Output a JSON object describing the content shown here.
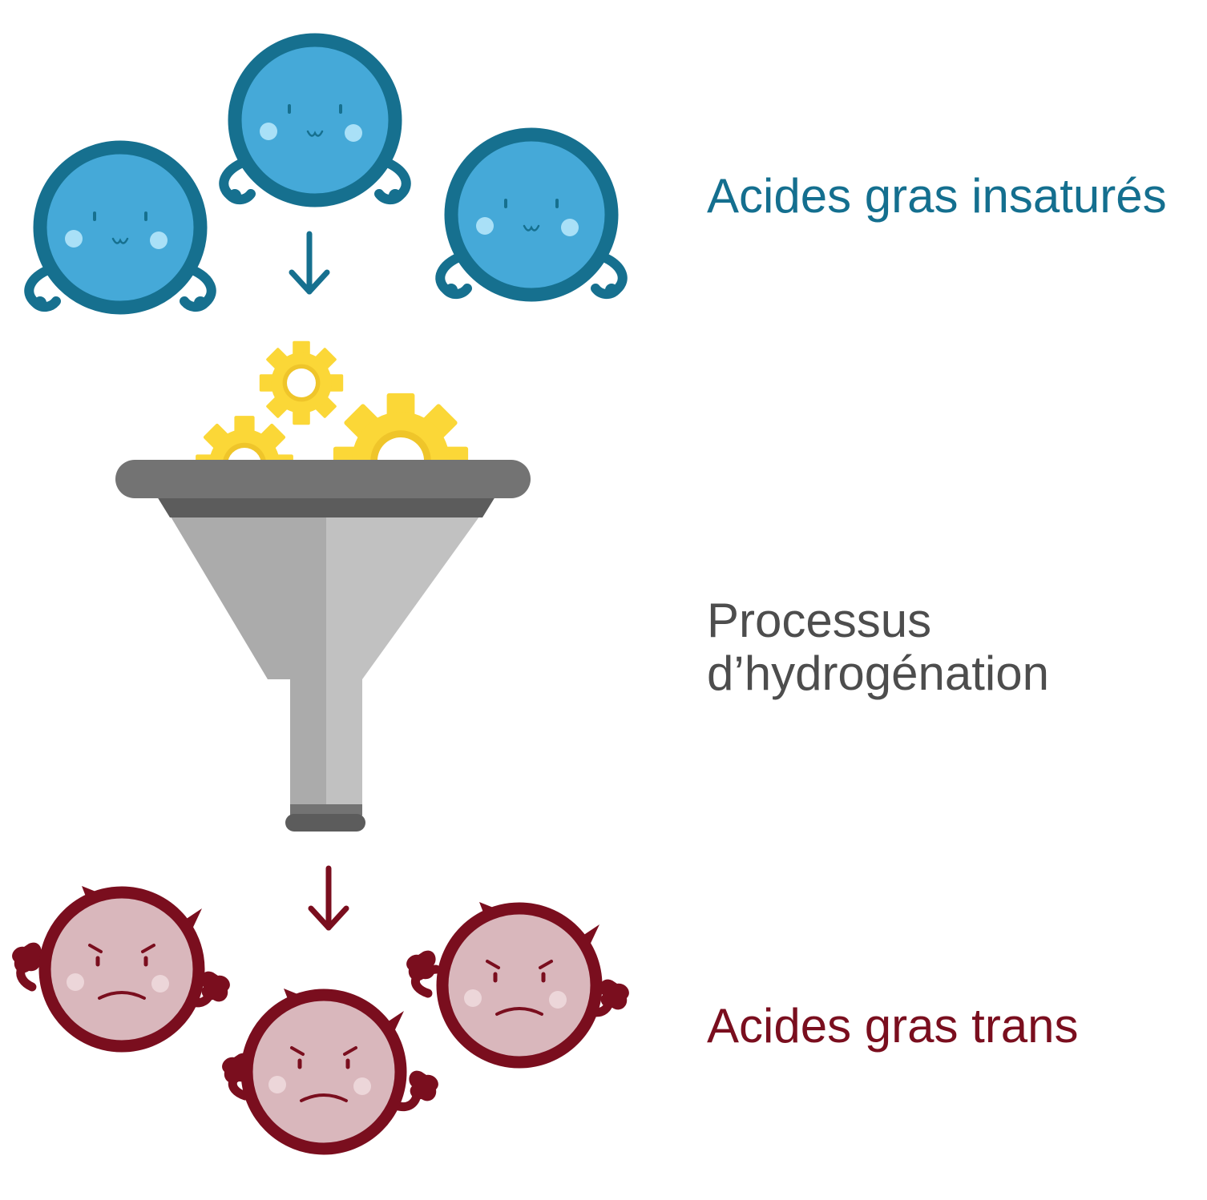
{
  "labels": {
    "unsaturated": "Acides gras insaturés",
    "process_line1": "Processus",
    "process_line2": "d’hydrogénation",
    "trans": "Acides gras trans"
  },
  "colors": {
    "unsaturated_text": "#146f8f",
    "process_text": "#4d4d4d",
    "trans_text": "#7a0e1e",
    "blue_fill": "#45a9d8",
    "blue_outline": "#16708f",
    "blue_cheek": "#a9e0f7",
    "red_fill": "#d9b7bc",
    "red_outline": "#7a0e1e",
    "red_cheek": "#ecd6d9",
    "gear": "#fbd737",
    "gear_dark": "#efc52a",
    "funnel_rim": "#737373",
    "funnel_band": "#5c5c5c",
    "funnel_left": "#ababab",
    "funnel_right": "#c1c1c1"
  },
  "icons": {
    "unsaturated": "happy-blob-icon",
    "trans": "angry-blob-icon",
    "process": "funnel-icon",
    "gear": "gear-icon",
    "arrow": "arrow-down-icon"
  }
}
